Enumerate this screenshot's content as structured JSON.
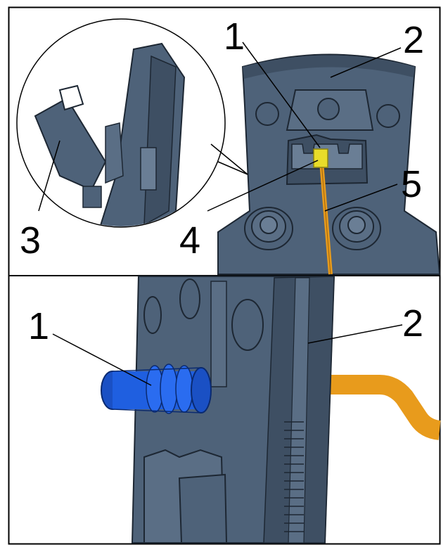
{
  "figure": {
    "top_panel": {
      "callouts": [
        "1",
        "2",
        "3",
        "4",
        "5"
      ]
    },
    "bottom_panel": {
      "callouts": [
        "1",
        "2"
      ]
    }
  },
  "colors": {
    "tool_body": "#4e6279",
    "tool_shadow": "#3e4f63",
    "tool_light": "#6a7e95",
    "outline": "#1d2733",
    "crimp_blue": "#1f5fe0",
    "wire_orange": "#e89b1c",
    "contact_yellow": "#e8dc2a",
    "frame": "#000000"
  },
  "icons": [
    "crimp-tool-illustration",
    "contact-sleeve",
    "wire"
  ]
}
